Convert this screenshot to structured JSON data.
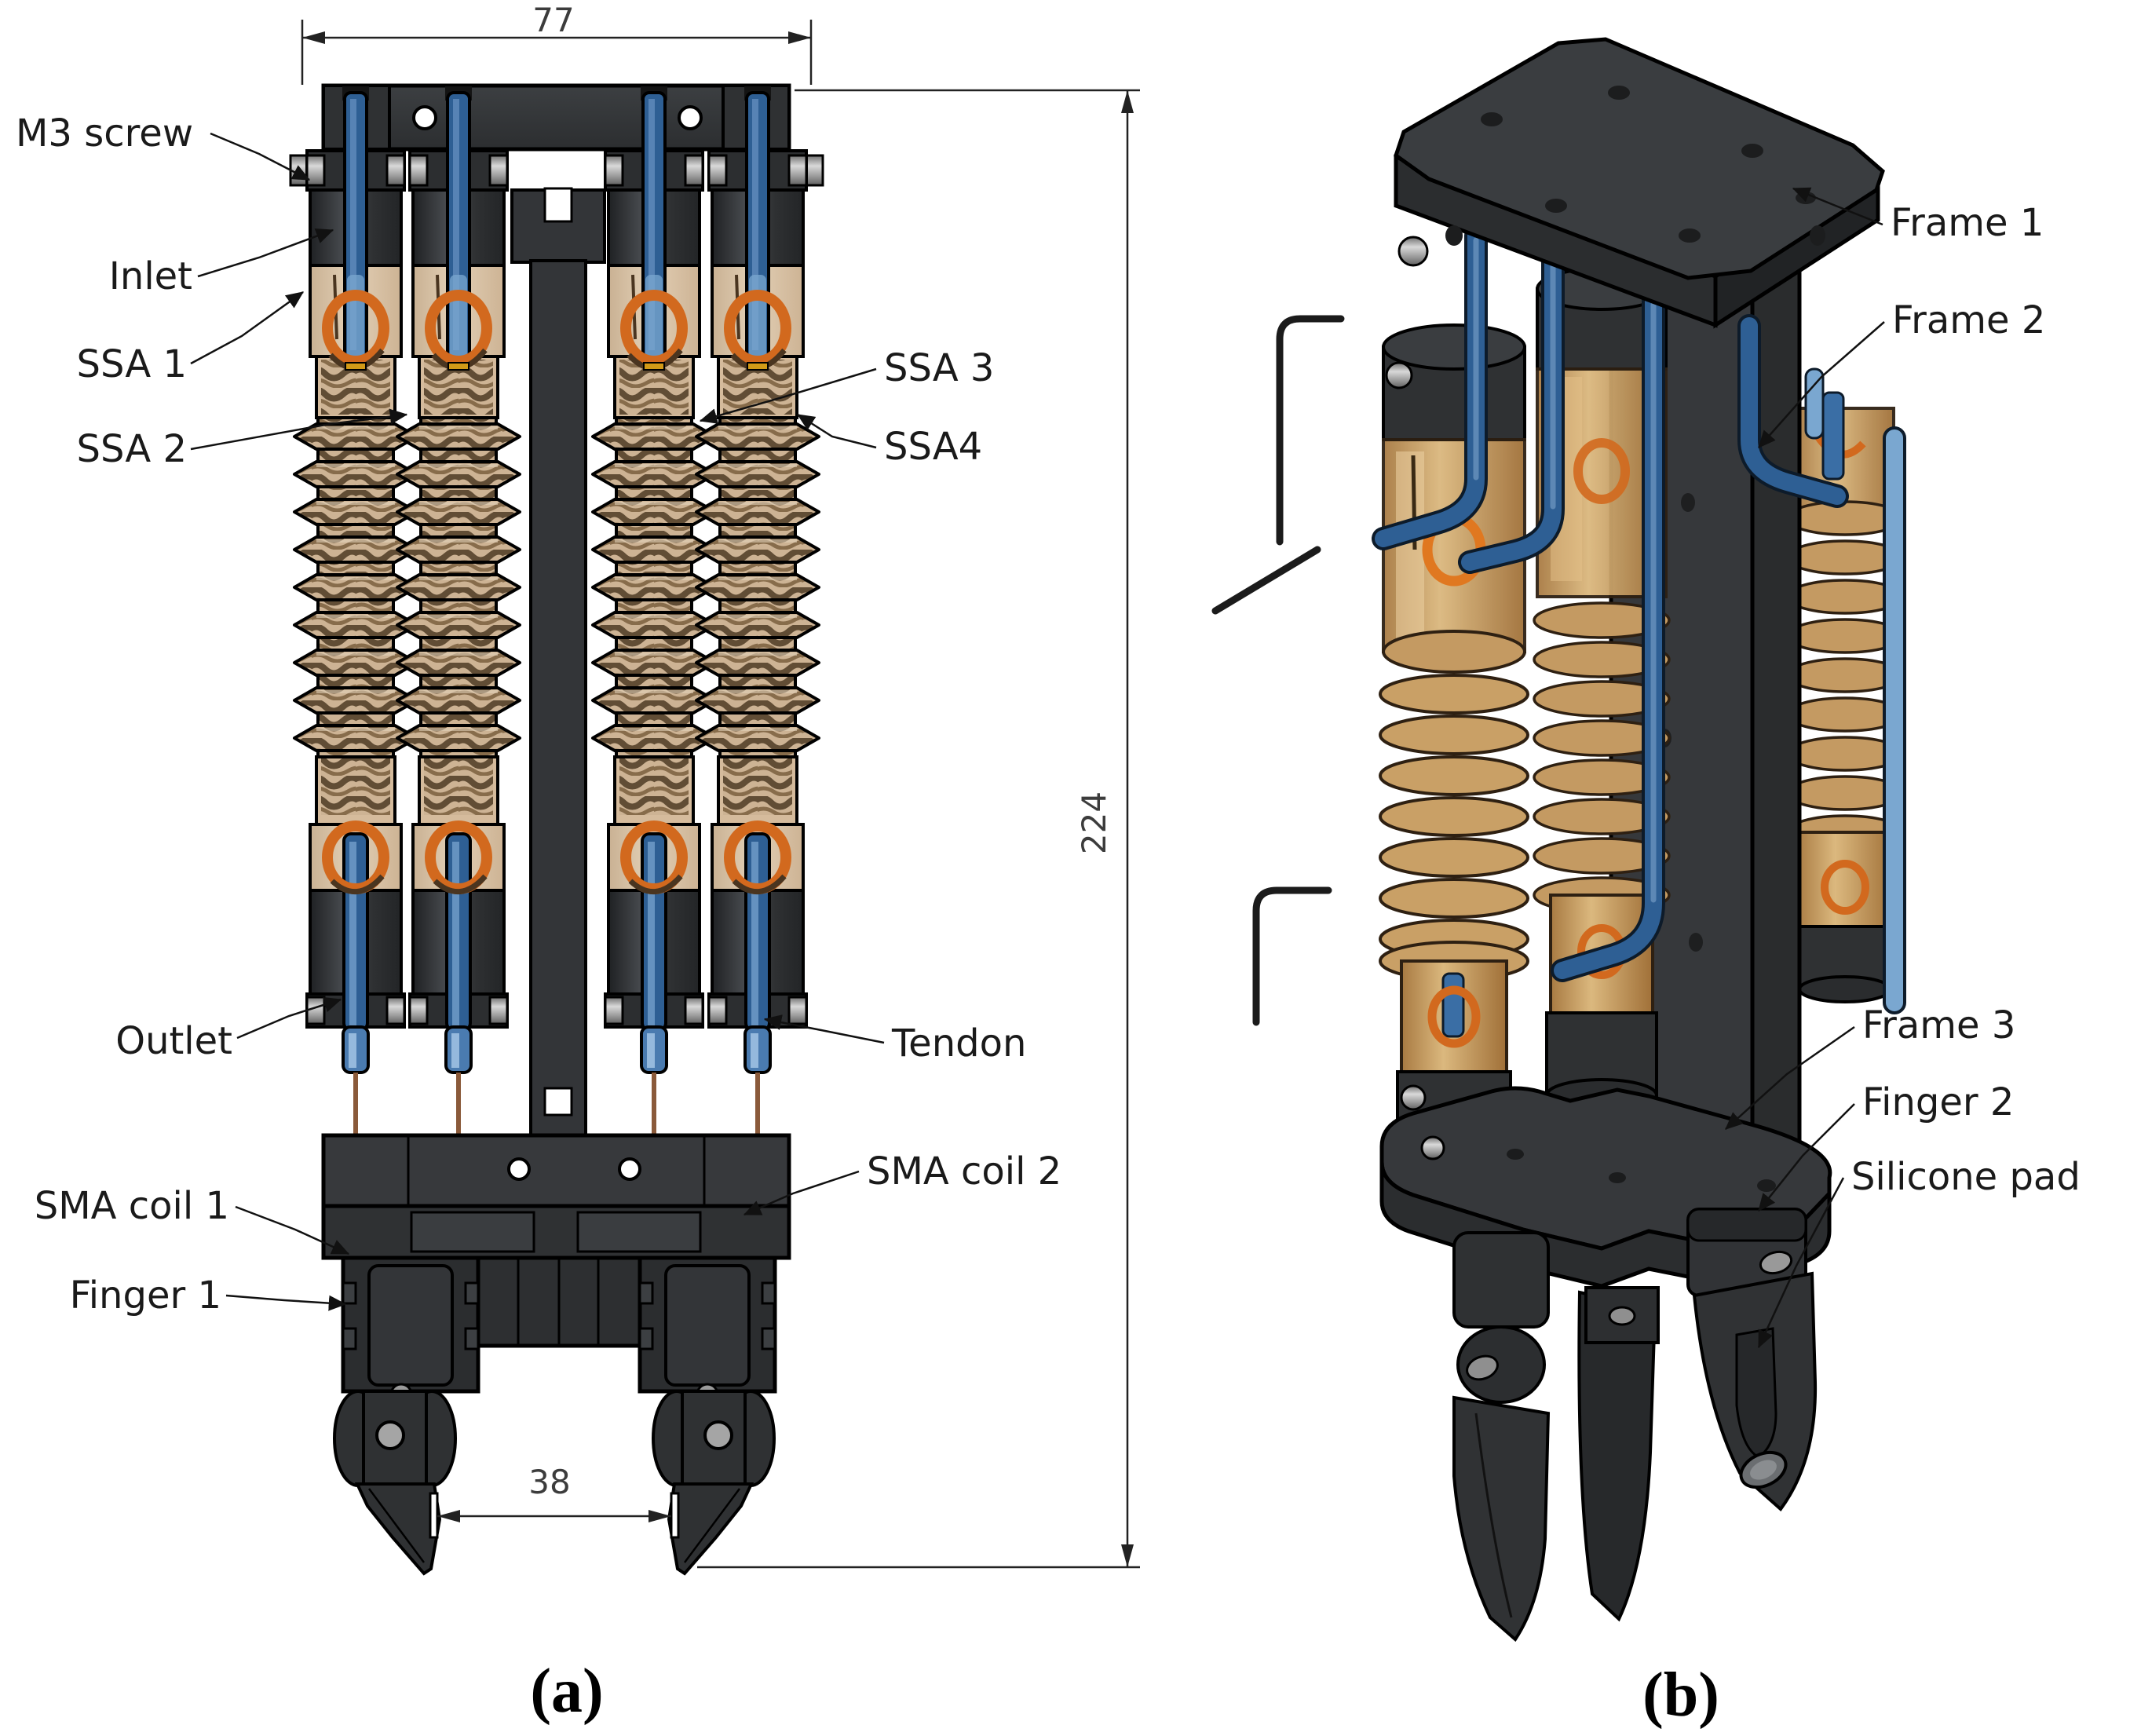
{
  "figure": {
    "caption_a": "(a)",
    "caption_b": "(b)"
  },
  "view_a": {
    "type": "orthographic front view of SMA soft gripper",
    "dimensions": {
      "width_mm": "77",
      "height_mm": "224",
      "tip_gap_mm": "38"
    },
    "labels": {
      "m3_screw": "M3 screw",
      "inlet": "Inlet",
      "ssa1": "SSA 1",
      "ssa2": "SSA 2",
      "ssa3": "SSA 3",
      "ssa4": "SSA4",
      "outlet": "Outlet",
      "tendon": "Tendon",
      "sma_coil_1": "SMA coil 1",
      "sma_coil_2": "SMA coil 2",
      "finger_1": "Finger 1"
    }
  },
  "view_b": {
    "type": "isometric view of SMA soft gripper",
    "labels": {
      "frame_1": "Frame 1",
      "frame_2": "Frame 2",
      "frame_3": "Frame 3",
      "finger_2": "Finger 2",
      "silicone_pad": "Silicone pad"
    }
  },
  "colors": {
    "frame_dark": "#333538",
    "frame_darker": "#2a2c2e",
    "bellows_tan": "#cdb394",
    "cylinder_tan": "#dcc6ab",
    "coil_brown": "#55412a",
    "coil_orange": "#d2691e",
    "tube_blue": "#2e5f94",
    "tube_blue_light": "#7aa7d0",
    "amber_translucent": "#c49a62",
    "copper_wire": "#8a5a3a",
    "metal_gray": "#9a9a9a"
  }
}
